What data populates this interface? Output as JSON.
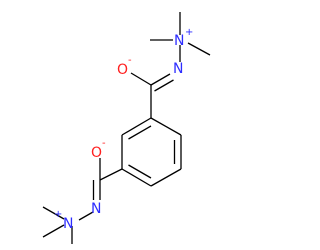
{
  "molecule": {
    "atoms": {
      "top_nitrogen_plus": "N",
      "top_nitrogen_plus_charge": "+",
      "top_nitrogen": "N",
      "top_oxygen": "O",
      "top_oxygen_charge": "-",
      "bottom_oxygen": "O",
      "bottom_oxygen_charge": "-",
      "bottom_nitrogen": "N",
      "bottom_nitrogen_plus": "N",
      "bottom_nitrogen_plus_charge": "+"
    },
    "colors": {
      "bond": "#000000",
      "nitrogen": "#2d2dff",
      "oxygen": "#ff2020"
    }
  }
}
